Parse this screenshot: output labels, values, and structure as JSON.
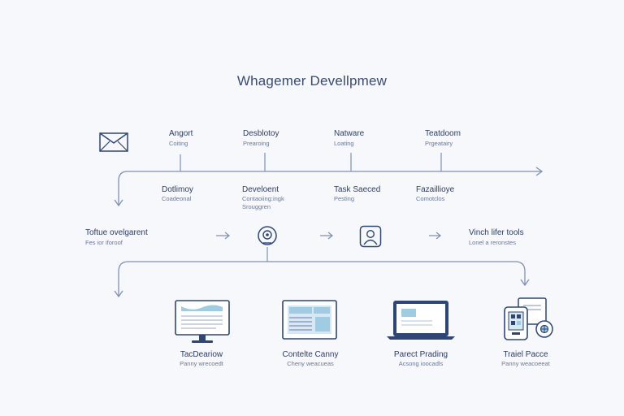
{
  "diagram": {
    "title": "Whagemer Devellpmew",
    "top_row": [
      {
        "label": "Angort",
        "sub": "Coiting"
      },
      {
        "label": "Desblotoy",
        "sub": "Prearoing"
      },
      {
        "label": "Natware",
        "sub": "Loating"
      },
      {
        "label": "Teatdoom",
        "sub": "Prgeatairy"
      }
    ],
    "second_row": [
      {
        "label": "Dotlimoy",
        "sub": "Coadeonal"
      },
      {
        "label": "Develoent",
        "sub1": "Contaoiing:ingk",
        "sub2": "Srouggren"
      },
      {
        "label": "Task Saeced",
        "sub": "Pesting"
      },
      {
        "label": "Fazaillioye",
        "sub": "Comotclos"
      }
    ],
    "left_side": {
      "label": "Toftue ovelgarent",
      "sub": "Fes ior iforoof"
    },
    "right_side": {
      "label": "Vinch lifer tools",
      "sub": "Lonel a reronstes"
    },
    "bottom_row": [
      {
        "label": "TacDeariow",
        "sub": "Panny wrecoedt"
      },
      {
        "label": "Contelte Canny",
        "sub": "Cheny weacueas"
      },
      {
        "label": "Parect Prading",
        "sub": "Acsong ioocadls"
      },
      {
        "label": "Traiel Pacce",
        "sub": "Panny weacoeeat"
      }
    ],
    "colors": {
      "line": "#7f8fb8",
      "stroke": "#2e4675",
      "accent": "#9fcbe3",
      "background": "#f6f8fb"
    }
  }
}
